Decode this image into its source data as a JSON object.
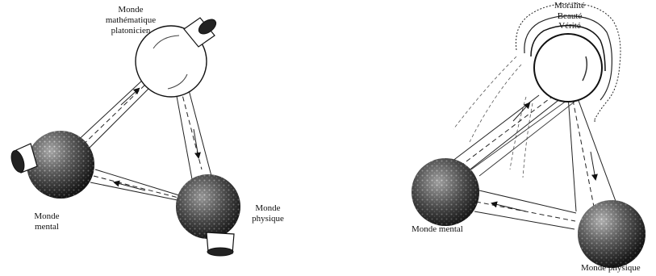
{
  "left_diagram": {
    "labels": {
      "math_world": [
        "Monde",
        "mathématique",
        "platonicien"
      ],
      "mental_world": [
        "Monde",
        "mental"
      ],
      "physical_world": [
        "Monde",
        "physique"
      ]
    }
  },
  "right_diagram": {
    "labels": {
      "morality": "Moralité",
      "beauty": "Beauté",
      "truth": "Vérité",
      "mental_world": "Monde mental",
      "physical_world": "Monde physique"
    }
  },
  "colors": {
    "ink": "#111111",
    "background": "#ffffff"
  }
}
